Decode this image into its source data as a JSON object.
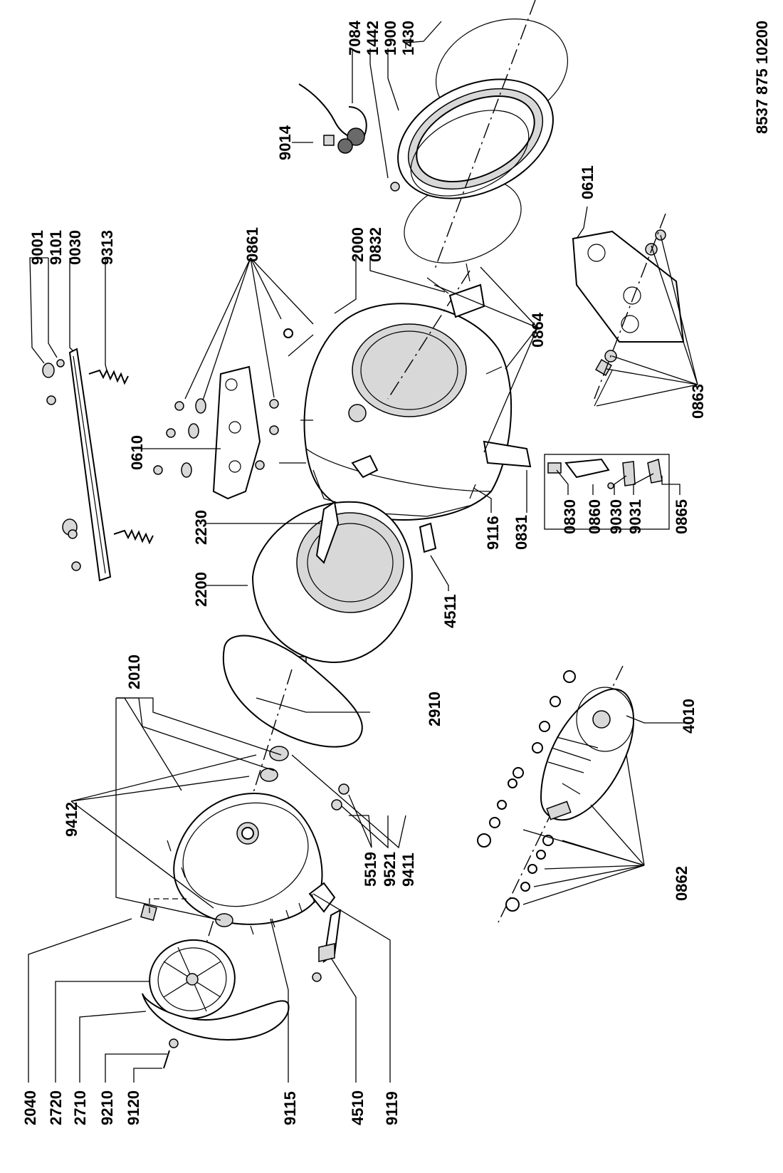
{
  "document_code": "8537 875 10200",
  "labels": {
    "l9001": "9001",
    "l9101": "9101",
    "l0030": "0030",
    "l9313": "9313",
    "l0861": "0861",
    "l2000": "2000",
    "l0832": "0832",
    "l7084": "7084",
    "l1442": "1442",
    "l1900": "1900",
    "l1430": "1430",
    "l9014": "9014",
    "l0611": "0611",
    "l0864": "0864",
    "l0863": "0863",
    "l0610": "0610",
    "l2230": "2230",
    "l2200": "2200",
    "l4511": "4511",
    "l9116": "9116",
    "l0831": "0831",
    "l0830": "0830",
    "l0860": "0860",
    "l9030": "9030",
    "l9031": "9031",
    "l0865": "0865",
    "l2010": "2010",
    "l2910": "2910",
    "l9412": "9412",
    "l5519": "5519",
    "l9521": "9521",
    "l9411": "9411",
    "l4010": "4010",
    "l0862": "0862",
    "l2040": "2040",
    "l2720": "2720",
    "l2710": "2710",
    "l9210": "9210",
    "l9120": "9120",
    "l9115": "9115",
    "l4510": "4510",
    "l9119": "9119"
  }
}
